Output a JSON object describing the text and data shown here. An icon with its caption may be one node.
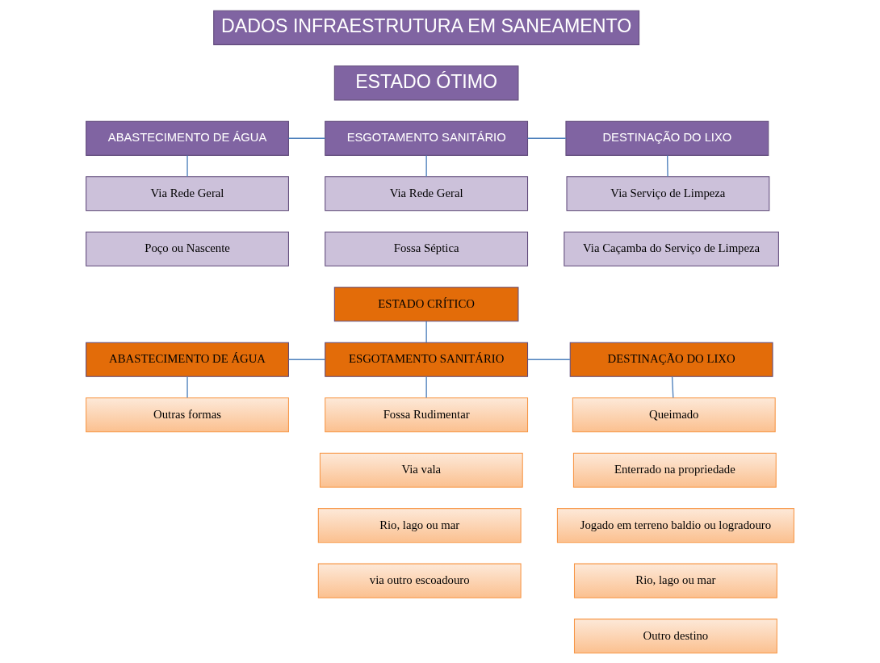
{
  "diagram": {
    "nodes": [
      {
        "text": [
          "DADOS INFRAESTRUTURA EM SANEAMENTO"
        ]
      },
      {
        "text": [
          "ESTADO ÓTIMO"
        ]
      },
      {
        "text": [
          "ABASTECIMENTO DE ÁGUA"
        ]
      },
      {
        "text": [
          "ESGOTAMENTO SANITÁRIO"
        ]
      },
      {
        "text": [
          "DESTINAÇÃO DO LIXO"
        ]
      },
      {
        "text": [
          "Via Rede Geral"
        ]
      },
      {
        "text": [
          "Poço ou Nascente"
        ]
      },
      {
        "text": [
          "Via Rede Geral"
        ]
      },
      {
        "text": [
          "Fossa Séptica"
        ]
      },
      {
        "text": [
          "Via Serviço de Limpeza"
        ]
      },
      {
        "text": [
          "Via Caçamba do Serviço de Limpeza"
        ]
      },
      {
        "text": [
          "ESTADO CRÍTICO"
        ]
      },
      {
        "text": [
          "ABASTECIMENTO DE ÁGUA"
        ]
      },
      {
        "text": [
          "ESGOTAMENTO SANITÁRIO"
        ]
      },
      {
        "text": [
          "DESTINAÇÃO DO LIXO"
        ]
      },
      {
        "text": [
          "Outras formas"
        ]
      },
      {
        "text": [
          "Fossa Rudimentar"
        ]
      },
      {
        "text": [
          "Via vala"
        ]
      },
      {
        "text": [
          "Rio, lago ou mar"
        ]
      },
      {
        "text": [
          "via outro escoadouro"
        ]
      },
      {
        "text": [
          "Queimado"
        ]
      },
      {
        "text": [
          "Enterrado na propriedade"
        ]
      },
      {
        "text": [
          "Jogado em terreno baldio ou logradouro"
        ]
      },
      {
        "text": [
          "Rio, lago ou mar"
        ]
      },
      {
        "text": [
          "Outro destino"
        ]
      }
    ],
    "edges": [
      {
        "from": 2,
        "to": 3,
        "arrow": "none"
      },
      {
        "from": 3,
        "to": 4,
        "arrow": "none"
      },
      {
        "from": 2,
        "to": 5,
        "arrow": "none"
      },
      {
        "from": 3,
        "to": 7,
        "arrow": "none"
      },
      {
        "from": 4,
        "to": 9,
        "arrow": "none"
      },
      {
        "from": 11,
        "to": 13,
        "arrow": "none"
      },
      {
        "from": 12,
        "to": 13,
        "arrow": "none"
      },
      {
        "from": 13,
        "to": 14,
        "arrow": "none"
      },
      {
        "from": 12,
        "to": 15,
        "arrow": "none"
      },
      {
        "from": 13,
        "to": 16,
        "arrow": "none"
      },
      {
        "from": 14,
        "to": 20,
        "arrow": "none"
      }
    ]
  }
}
